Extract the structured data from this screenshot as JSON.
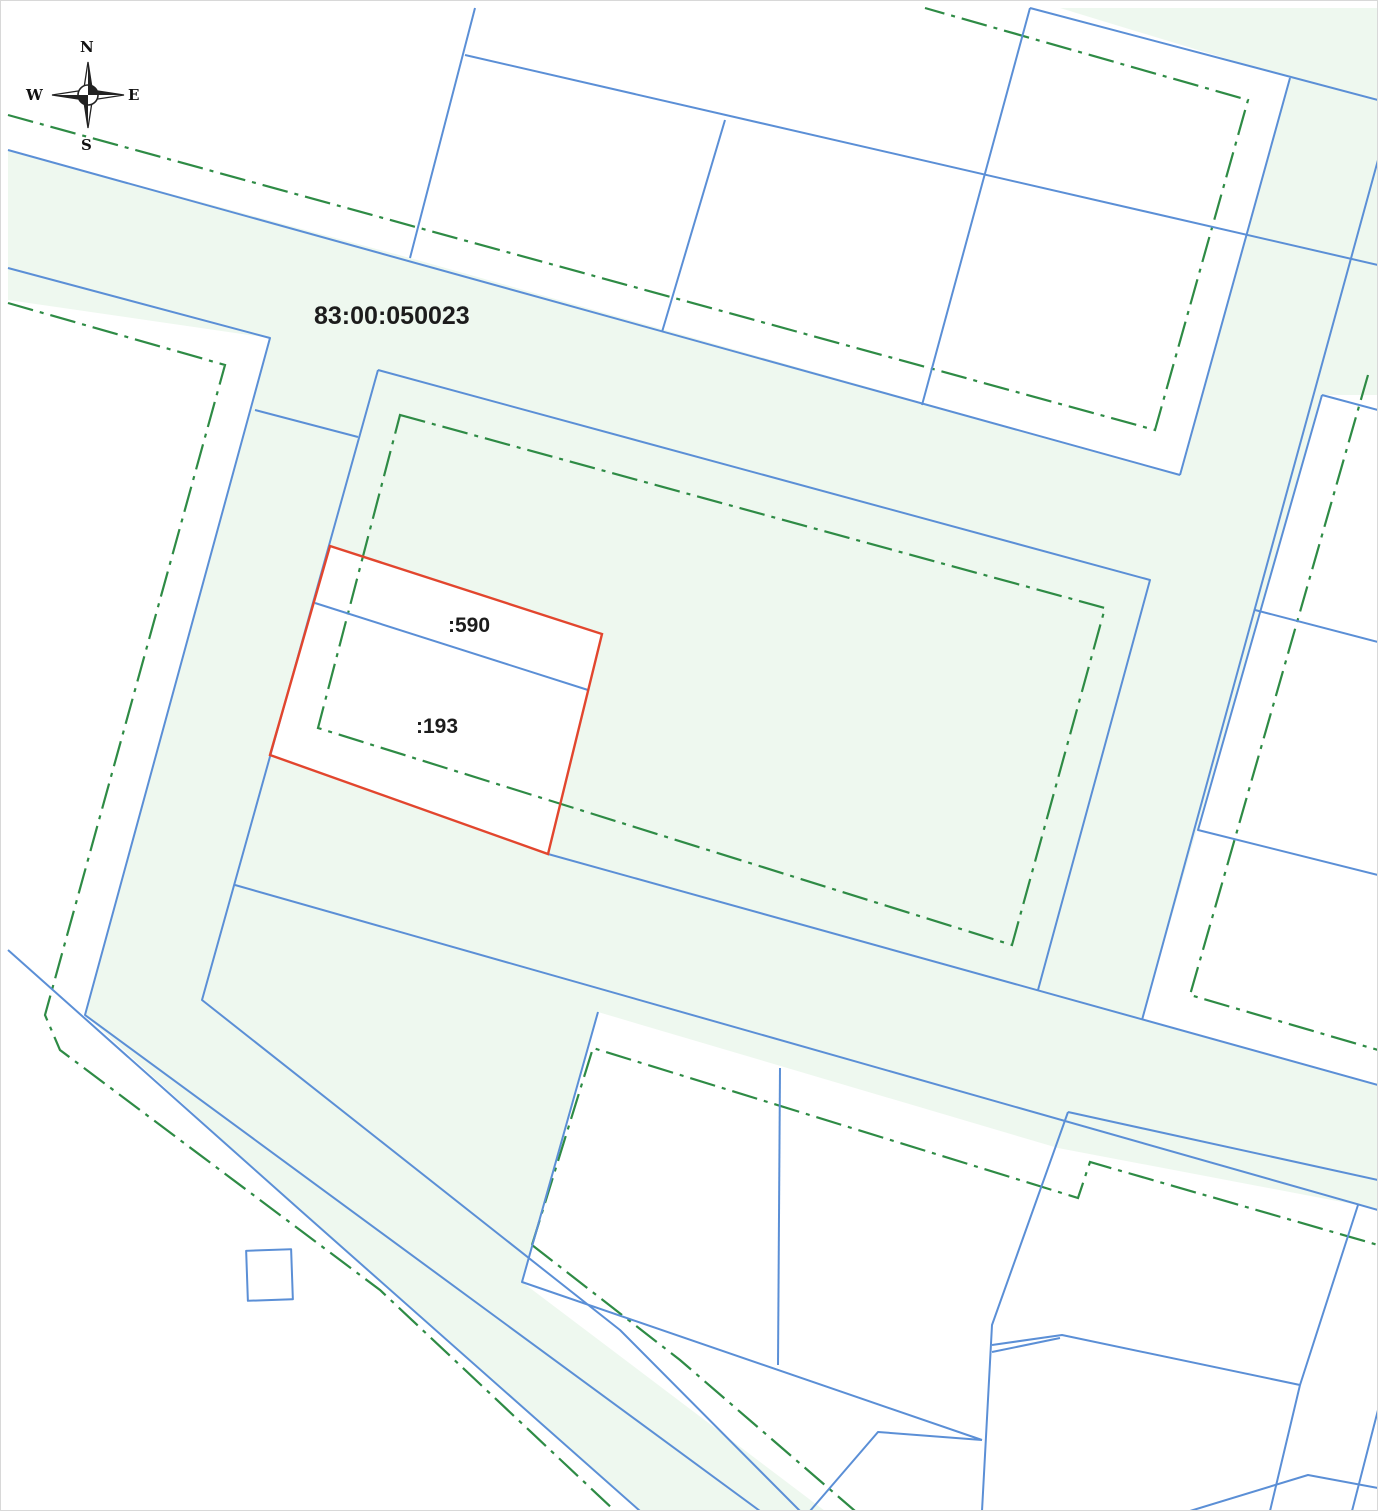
{
  "map": {
    "cadastral_block": "83:00:050023",
    "parcels": [
      {
        "label": ":590",
        "selected": true
      },
      {
        "label": ":193",
        "selected": true
      }
    ],
    "compass": {
      "north": "N",
      "south": "S",
      "east": "E",
      "west": "W"
    }
  },
  "colors": {
    "background": "#ffffff",
    "zone_fill": "#eef8ef",
    "parcel_boundary": "#5b8fd6",
    "zone_boundary": "#2e8b45",
    "selected_parcel": "#e2462e"
  },
  "icons": {
    "compass": "compass-rose-icon"
  }
}
